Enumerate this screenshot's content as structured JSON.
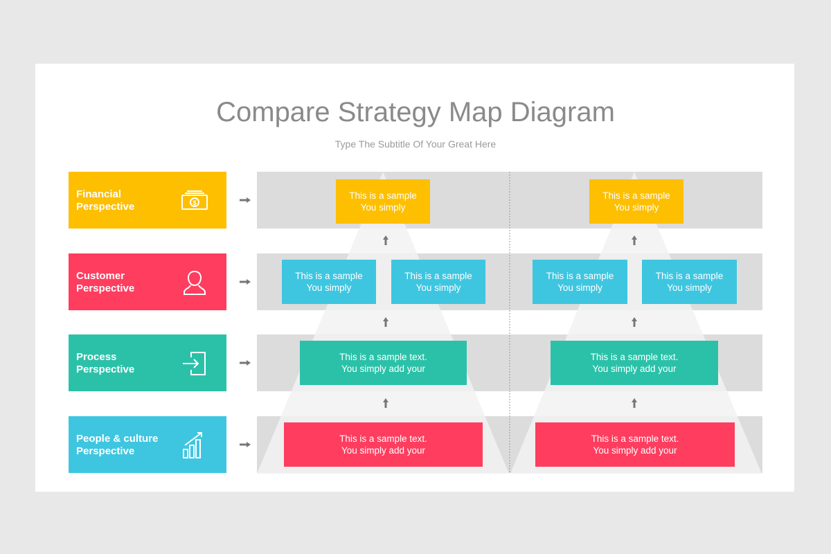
{
  "title": "Compare Strategy Map Diagram",
  "subtitle": "Type The Subtitle Of Your Great Here",
  "perspectives": [
    {
      "line1": "Financial",
      "line2": "Perspective",
      "icon": "money-icon",
      "color": "#fdbf00"
    },
    {
      "line1": "Customer",
      "line2": "Perspective",
      "icon": "user-icon",
      "color": "#ff3d5f"
    },
    {
      "line1": "Process",
      "line2": "Perspective",
      "icon": "login-icon",
      "color": "#2bc1a9"
    },
    {
      "line1": "People & culture",
      "line2": "Perspective",
      "icon": "growth-chart-icon",
      "color": "#3ec6e0"
    }
  ],
  "short": {
    "line1": "This is a sample",
    "line2": "You simply"
  },
  "long": {
    "line1": "This is a sample text.",
    "line2": "You simply add your"
  },
  "colors": {
    "yellow": "#fdbf00",
    "blue": "#3ec6e0",
    "teal": "#2bc1a9",
    "red": "#ff3d5f"
  }
}
